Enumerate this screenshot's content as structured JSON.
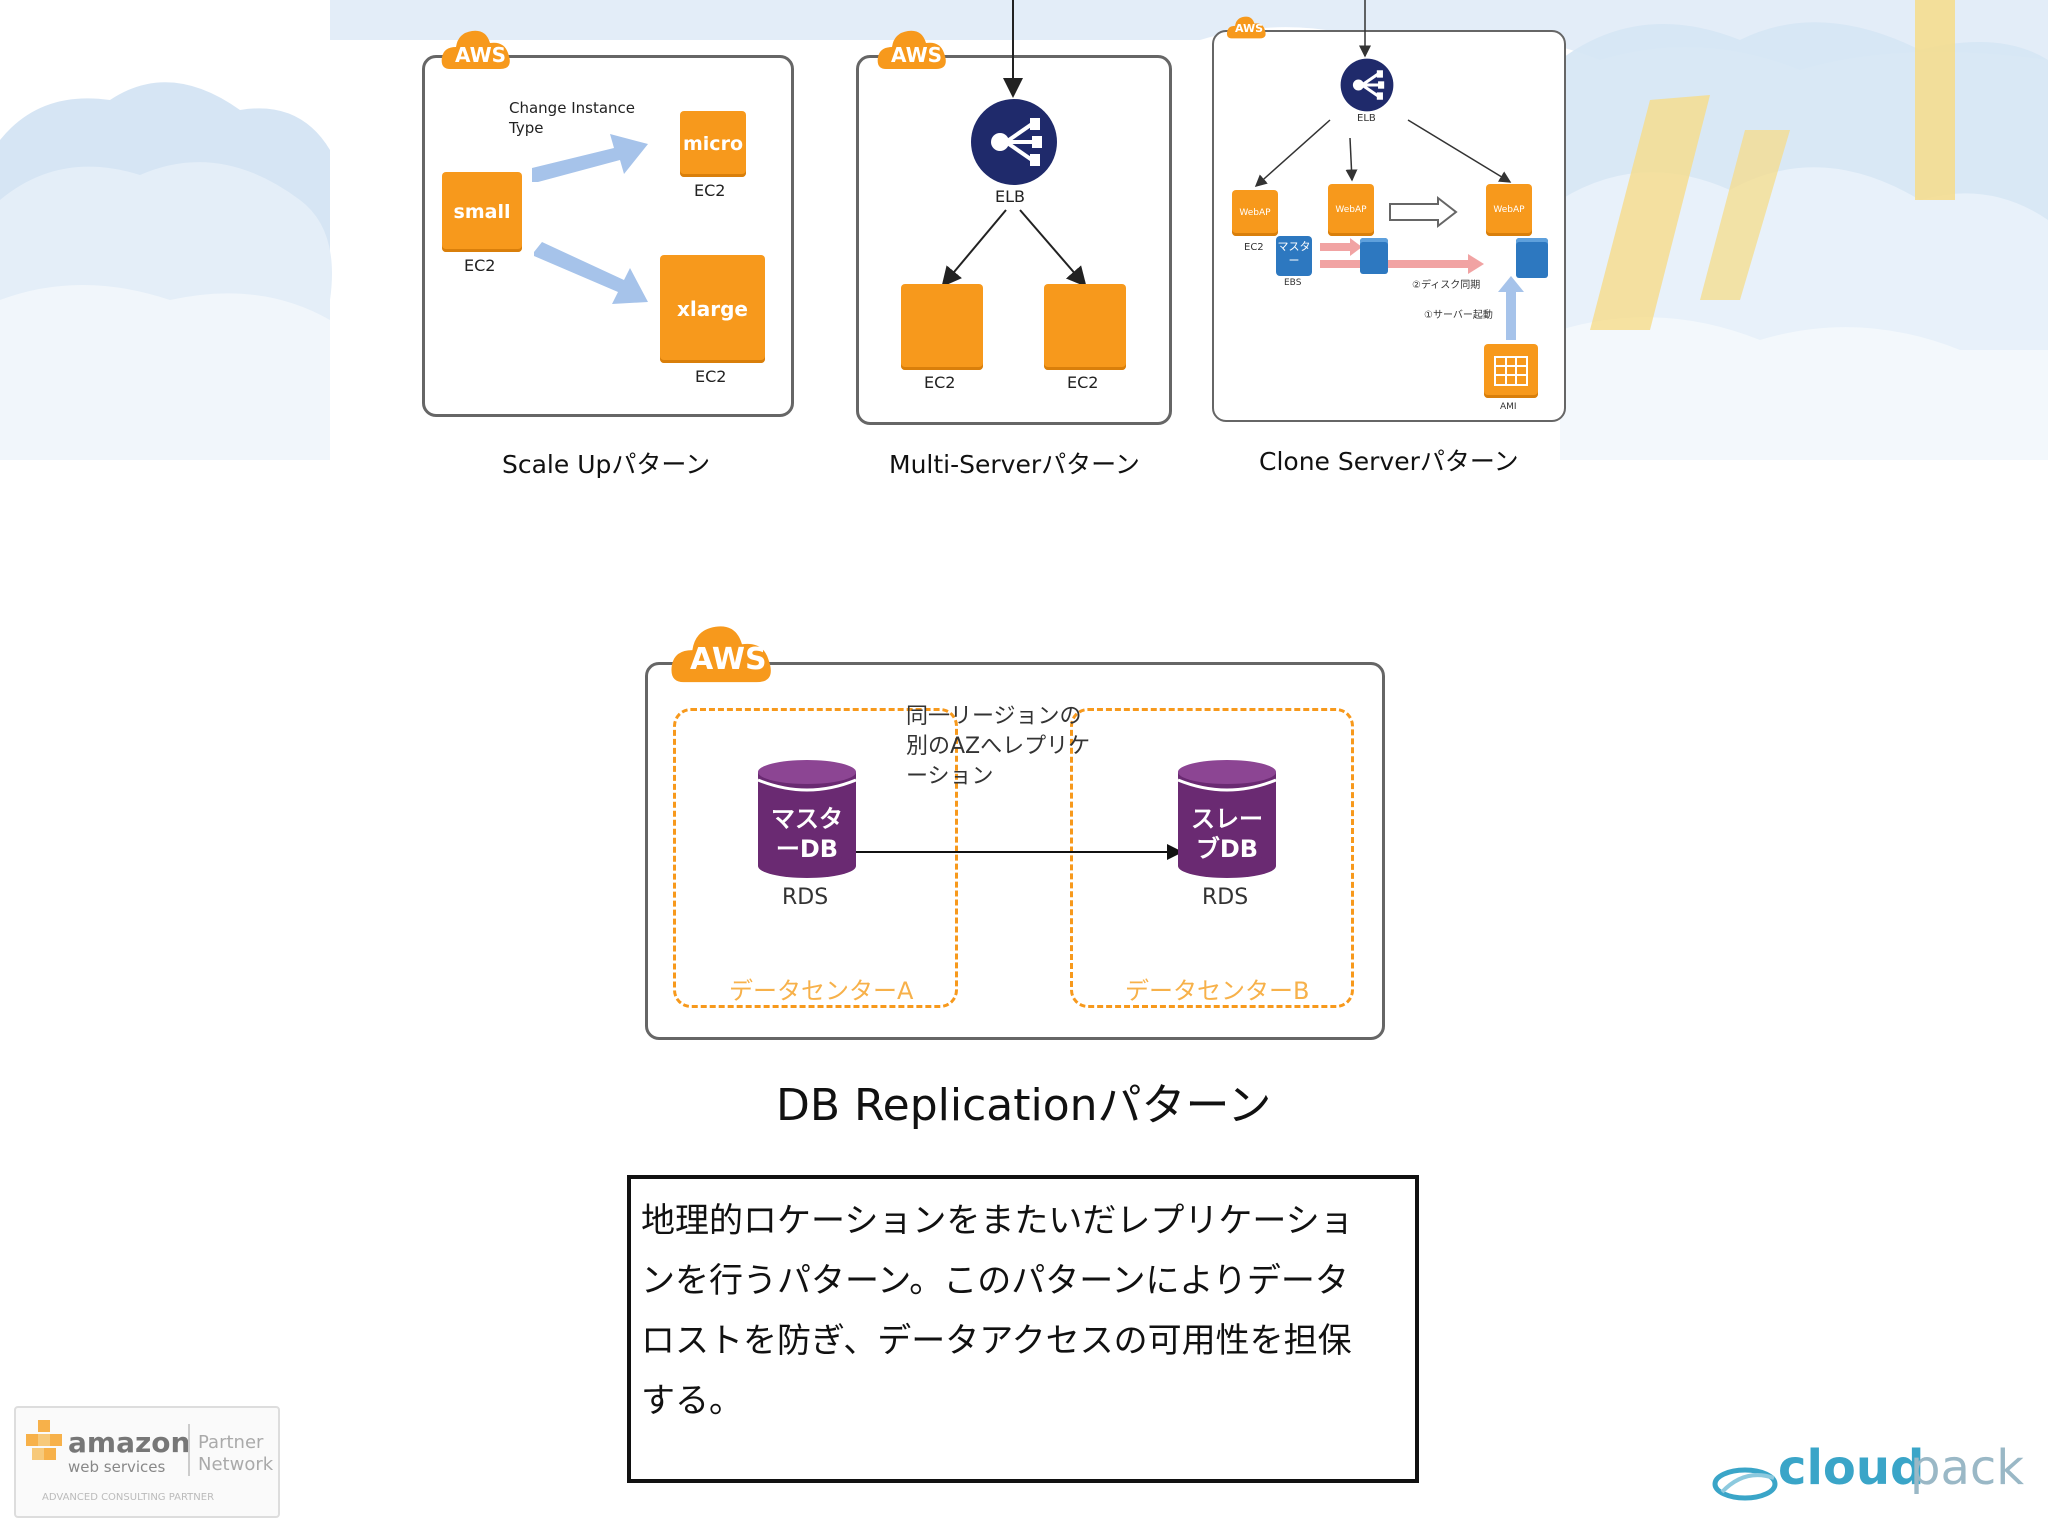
{
  "colors": {
    "aws_orange": "#f7991c",
    "elb_navy": "#1f2a6b",
    "rds_purple": "#6a2a72",
    "dashed_orange": "#f7991c",
    "arrow_blue": "#a6c3ea",
    "sky_blue": "#bcd7ef",
    "sync_pink": "#f1a3a3",
    "yellow_stripe": "#f6dc8a"
  },
  "scale_up": {
    "badge": "AWS",
    "annotation_line1": "Change Instance",
    "annotation_line2": "Type",
    "small_label": "small",
    "micro_label": "micro",
    "xlarge_label": "xlarge",
    "ec2_small": "EC2",
    "ec2_micro": "EC2",
    "ec2_xlarge": "EC2",
    "caption": "Scale Upパターン"
  },
  "multi_server": {
    "badge": "AWS",
    "elb_label": "ELB",
    "ec2_left": "EC2",
    "ec2_right": "EC2",
    "caption": "Multi-Serverパターン"
  },
  "clone_server": {
    "badge": "AWS",
    "elb_label": "ELB",
    "webap_left": "WebAP",
    "webap_mid": "WebAP",
    "webap_right": "WebAP",
    "ec2_label": "EC2",
    "master_label": "マスタ",
    "master_dash": "ー",
    "ebs_label": "EBS",
    "disk_sync": "②ディスク同期",
    "server_boot": "①サーバー起動",
    "ami_label": "AMI",
    "caption": "Clone Serverパターン"
  },
  "db_replication": {
    "badge": "AWS",
    "note_line1": "同一リージョンの",
    "note_line2": "別のAZへレプリケ",
    "note_line3": "ーション",
    "master_db_line1": "マスタ",
    "master_db_line2": "ーDB",
    "slave_db_line1": "スレー",
    "slave_db_line2": "ブDB",
    "rds_left": "RDS",
    "rds_right": "RDS",
    "dc_a": "データセンターA",
    "dc_b": "データセンターB",
    "caption": "DB Replicationパターン"
  },
  "description": {
    "line1": "地理的ロケーションをまたいだレプリケーショ",
    "line2": "ンを行うパターン。このパターンによりデータ",
    "line3": "ロストを防ぎ、データアクセスの可用性を担保",
    "line4": "する。"
  },
  "footer": {
    "amazon": "amazon",
    "webservices": "web services",
    "partner": "Partner",
    "network": "Network",
    "consulting": "ADVANCED CONSULTING PARTNER",
    "cloudpack_bold": "cloud",
    "cloudpack_light": "pack"
  }
}
